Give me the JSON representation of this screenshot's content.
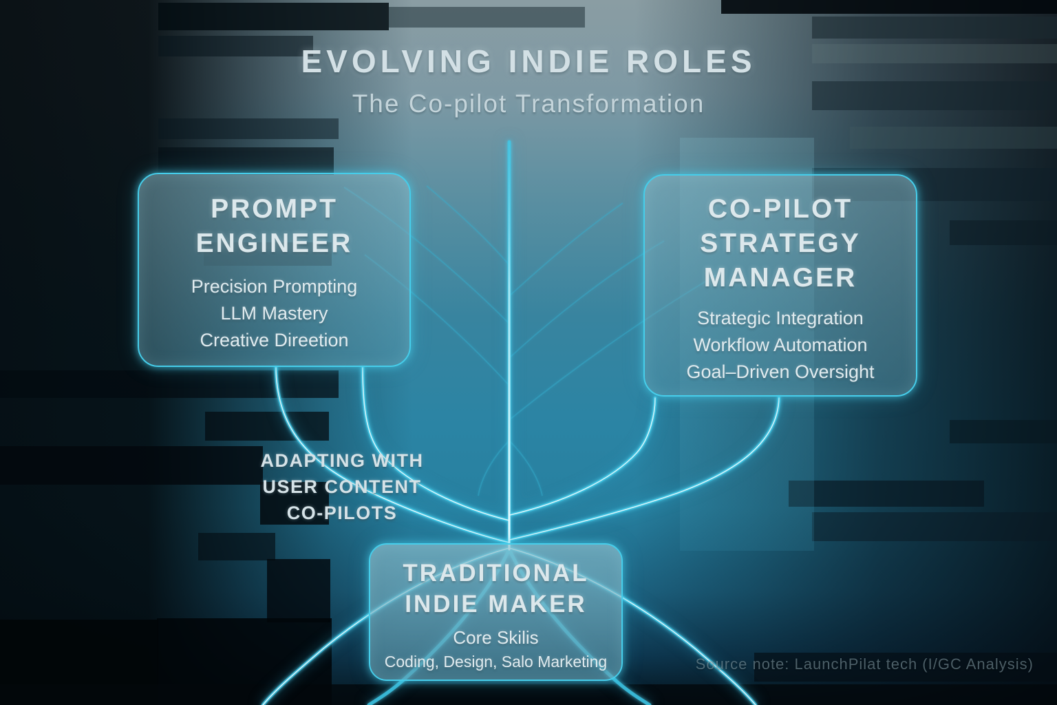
{
  "header": {
    "title": "EVOLVING INDIE ROLES",
    "subtitle": "The Co-pilot Transformation"
  },
  "boxes": {
    "prompt_engineer": {
      "title_lines": [
        "PROMPT",
        "ENGINEER"
      ],
      "skills": [
        "Precision Prompting",
        "LLM Mastery",
        "Creative Direetion"
      ]
    },
    "copilot_strategy_manager": {
      "title_lines": [
        "CO-PILOT",
        "STRATEGY",
        "MANAGER"
      ],
      "skills": [
        "Strategic Integration",
        "Workflow Automation",
        "Goal–Driven Oversight"
      ]
    },
    "traditional_indie_maker": {
      "title_lines": [
        "TRADITIONAL",
        "INDIE MAKER"
      ],
      "skills": [
        "Core Skilis",
        "Coding, Design, Salo Marketing"
      ]
    }
  },
  "annotation": {
    "lines": [
      "ADAPTING WITH",
      "USER CONTENT",
      "CO-PILOTS"
    ]
  },
  "footer": {
    "source_note": "Source note: LaunchPilat tech (I/GC Analysis)"
  },
  "colors": {
    "accent_cyan": "#46cdea",
    "tree_core": "#e8fafe",
    "tree_glow": "#3cc3e2",
    "title_text": "#d3e0e5",
    "card_fill": "#5a9fb2"
  }
}
